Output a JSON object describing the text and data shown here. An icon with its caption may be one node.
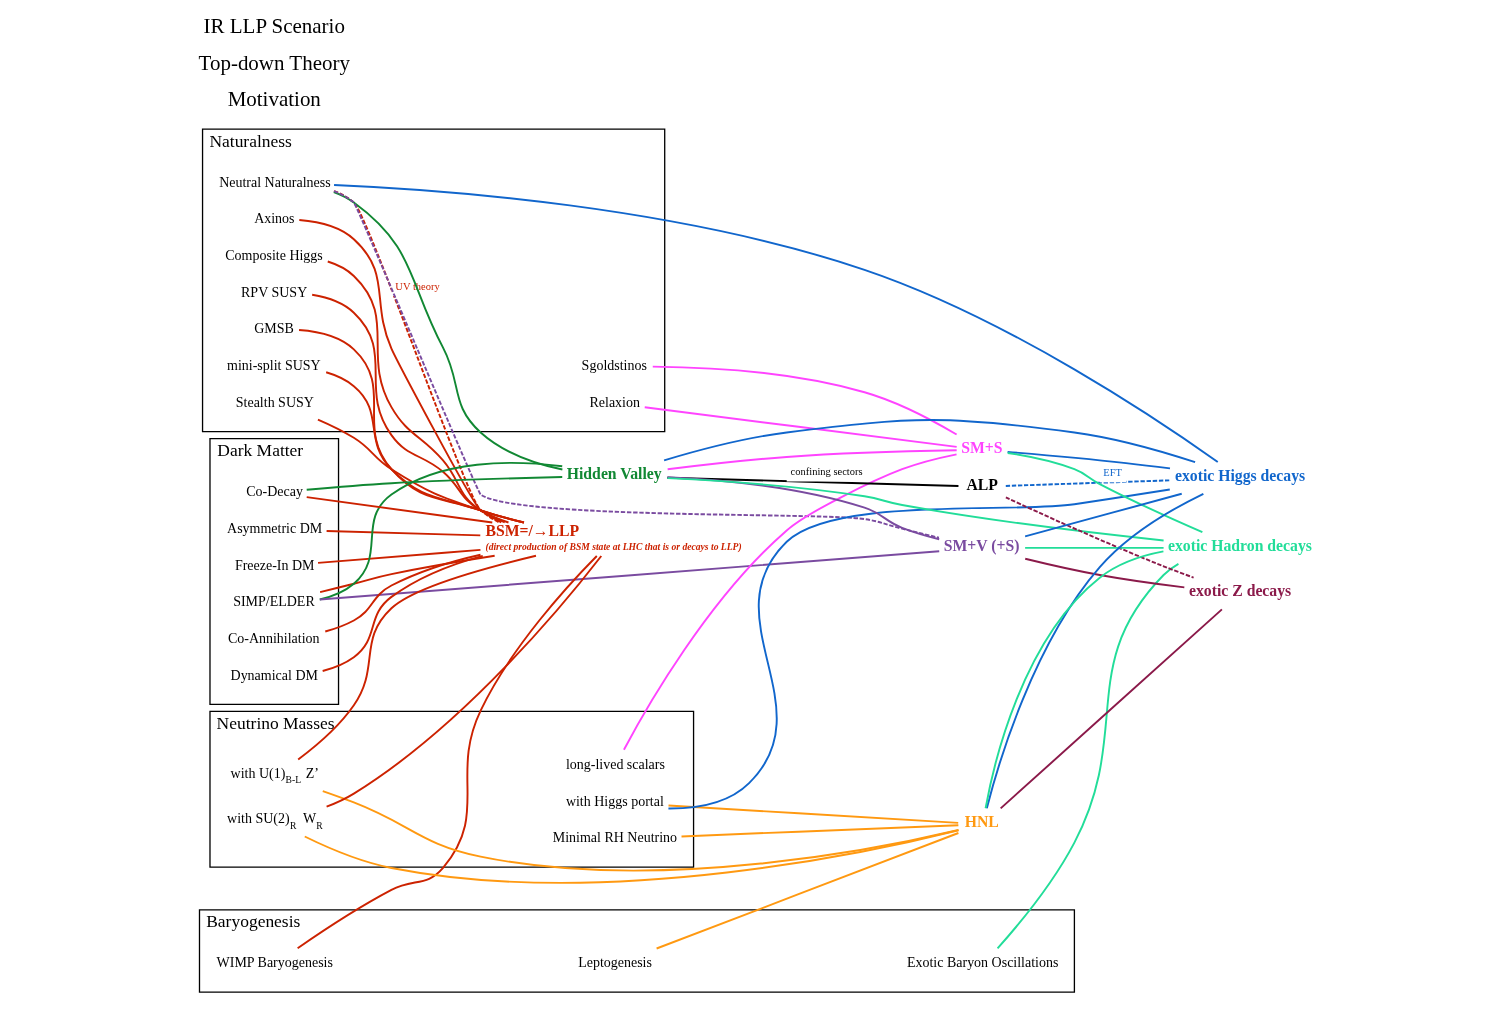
{
  "diagram": {
    "nodes": [
      {
        "text": [
          "Naturalness"
        ]
      },
      {
        "text": [
          "RPV SUSY"
        ],
        "in": 0
      },
      {
        "text": [
          "GMSB"
        ],
        "in": 0
      },
      {
        "text": [
          "mini-split SUSY"
        ],
        "in": 0
      },
      {
        "text": [
          "Stealth SUSY"
        ],
        "in": 0
      },
      {
        "text": [
          "Axinos"
        ],
        "in": 0
      },
      {
        "text": [
          "Sgoldstinos"
        ],
        "in": 0
      },
      {
        "text": [
          "Neutral Naturalness"
        ],
        "in": 0
      },
      {
        "text": [
          "Composite Higgs"
        ],
        "in": 0
      },
      {
        "text": [
          "Relaxion"
        ],
        "in": 0
      },
      {
        "text": [
          "Dark Matter"
        ]
      },
      {
        "text": [
          "Asymmetric DM"
        ],
        "in": 10
      },
      {
        "text": [
          "Freeze-In DM"
        ],
        "in": 10
      },
      {
        "text": [
          "SIMP/ELDER"
        ],
        "in": 10
      },
      {
        "text": [
          "Co-Decay"
        ],
        "in": 10
      },
      {
        "text": [
          "Co-Annihilation"
        ],
        "in": 10
      },
      {
        "text": [
          "Dynamical DM"
        ],
        "in": 10
      },
      {
        "text": [
          "Baryogenesis"
        ]
      },
      {
        "text": [
          "WIMP Baryogenesis"
        ],
        "in": 17
      },
      {
        "text": [
          "Exotic Baryon Oscillations"
        ],
        "in": 17
      },
      {
        "text": [
          "Leptogenesis"
        ],
        "in": 17
      },
      {
        "text": [
          "Neutrino Masses"
        ]
      },
      {
        "text": [
          "Minimal RH Neutrino"
        ],
        "in": 21
      },
      {
        "text": [
          "with U(1)$_{B-L}$ Z’"
        ],
        "in": 21
      },
      {
        "text": [
          "with SU(2)$_{R}$ W$_{R}$"
        ],
        "in": 21
      },
      {
        "text": [
          "long-lived scalars"
        ],
        "in": 21
      },
      {
        "text": [
          "with Higgs portal"
        ],
        "in": 21
      },
      {
        "text": [
          "BSM=/→LLP",
          "(direct production of BSM state at LHC that is or decays to LLP)"
        ]
      },
      {
        "text": [
          "Hidden Valley"
        ]
      },
      {
        "text": [
          "ALP"
        ]
      },
      {
        "text": [
          "SM+S"
        ]
      },
      {
        "text": [
          "SM+V (+S)"
        ]
      },
      {
        "text": [
          "HNL"
        ]
      },
      {
        "text": [
          "exotic Z decays"
        ]
      },
      {
        "text": [
          "exotic Higgs decays"
        ]
      },
      {
        "text": [
          "exotic Hadron decays"
        ]
      }
    ],
    "edges": [
      {
        "from": 1,
        "to": 27,
        "arrow": "none"
      },
      {
        "from": 2,
        "to": 27,
        "arrow": "none"
      },
      {
        "from": 3,
        "to": 27,
        "arrow": "none"
      },
      {
        "from": 4,
        "to": 27,
        "arrow": "none"
      },
      {
        "from": 5,
        "to": 27,
        "arrow": "none"
      },
      {
        "from": 7,
        "to": 27,
        "arrow": "none",
        "style": "dashed",
        "label": "UV theory"
      },
      {
        "from": 8,
        "to": 27,
        "arrow": "none"
      },
      {
        "from": 11,
        "to": 27,
        "arrow": "none"
      },
      {
        "from": 12,
        "to": 27,
        "arrow": "none"
      },
      {
        "from": 13,
        "to": 27,
        "arrow": "none"
      },
      {
        "from": 14,
        "to": 27,
        "arrow": "none"
      },
      {
        "from": 15,
        "to": 27,
        "arrow": "none"
      },
      {
        "from": 16,
        "to": 27,
        "arrow": "none"
      },
      {
        "from": 18,
        "to": 27,
        "arrow": "none"
      },
      {
        "from": 23,
        "to": 27,
        "arrow": "none"
      },
      {
        "from": 24,
        "to": 27,
        "arrow": "none"
      },
      {
        "from": 6,
        "to": 30,
        "arrow": "none",
        "color": "#ff44ff"
      },
      {
        "from": 9,
        "to": 30,
        "arrow": "none",
        "color": "#ff44ff"
      },
      {
        "from": 25,
        "to": 30,
        "arrow": "none",
        "color": "#ff44ff"
      },
      {
        "from": 7,
        "to": 28,
        "arrow": "none",
        "color": "#118833"
      },
      {
        "from": 13,
        "to": 28,
        "arrow": "none",
        "color": "#118833"
      },
      {
        "from": 14,
        "to": 28,
        "arrow": "none",
        "color": "#118833"
      },
      {
        "from": 7,
        "to": 34,
        "arrow": "none",
        "color": "#1166cc"
      },
      {
        "from": 26,
        "to": 34,
        "arrow": "none",
        "color": "#1166cc"
      },
      {
        "from": 7,
        "to": 31,
        "arrow": "none",
        "style": "dashed",
        "color": "#7a4ba0"
      },
      {
        "from": 13,
        "to": 31,
        "arrow": "none",
        "color": "#7a4ba0"
      },
      {
        "from": 19,
        "to": 35,
        "arrow": "none",
        "color": "#22dd99"
      },
      {
        "from": 20,
        "to": 32,
        "arrow": "none",
        "color": "#ff9911"
      },
      {
        "from": 22,
        "to": 32,
        "arrow": "none",
        "color": "#ff9911"
      },
      {
        "from": 23,
        "to": 32,
        "arrow": "none",
        "color": "#ff9911"
      },
      {
        "from": 24,
        "to": 32,
        "arrow": "none",
        "color": "#ff9911"
      },
      {
        "from": 26,
        "to": 32,
        "arrow": "none",
        "color": "#ff9911"
      },
      {
        "from": 28,
        "to": 30,
        "arrow": "none",
        "color": "#ff44ff"
      },
      {
        "from": 28,
        "to": 31,
        "arrow": "none",
        "color": "#7a4ba0"
      },
      {
        "from": 28,
        "to": 29,
        "arrow": "none",
        "color": "#000000",
        "label": "confining sectors"
      },
      {
        "from": 28,
        "to": 34,
        "arrow": "none",
        "color": "#1166cc"
      },
      {
        "from": 30,
        "to": 34,
        "arrow": "none",
        "color": "#1166cc"
      },
      {
        "from": 31,
        "to": 34,
        "arrow": "none",
        "color": "#1166cc"
      },
      {
        "from": 32,
        "to": 34,
        "arrow": "none",
        "color": "#1166cc"
      },
      {
        "from": 29,
        "to": 34,
        "arrow": "none",
        "style": "dashed",
        "color": "#1166cc",
        "label": "EFT"
      },
      {
        "from": 28,
        "to": 35,
        "arrow": "none",
        "color": "#22dd99"
      },
      {
        "from": 30,
        "to": 35,
        "arrow": "none",
        "color": "#22dd99"
      },
      {
        "from": 31,
        "to": 35,
        "arrow": "none",
        "color": "#22dd99"
      },
      {
        "from": 32,
        "to": 35,
        "arrow": "none",
        "color": "#22dd99"
      },
      {
        "from": 29,
        "to": 33,
        "arrow": "none",
        "style": "dashed",
        "color": "#8b1a4a"
      },
      {
        "from": 31,
        "to": 33,
        "arrow": "none",
        "color": "#8b1a4a"
      },
      {
        "from": 32,
        "to": 33,
        "arrow": "none",
        "color": "#8b1a4a"
      }
    ],
    "labels": [
      "Motivation",
      "Top-down Theory",
      "IR LLP Scenario"
    ]
  }
}
